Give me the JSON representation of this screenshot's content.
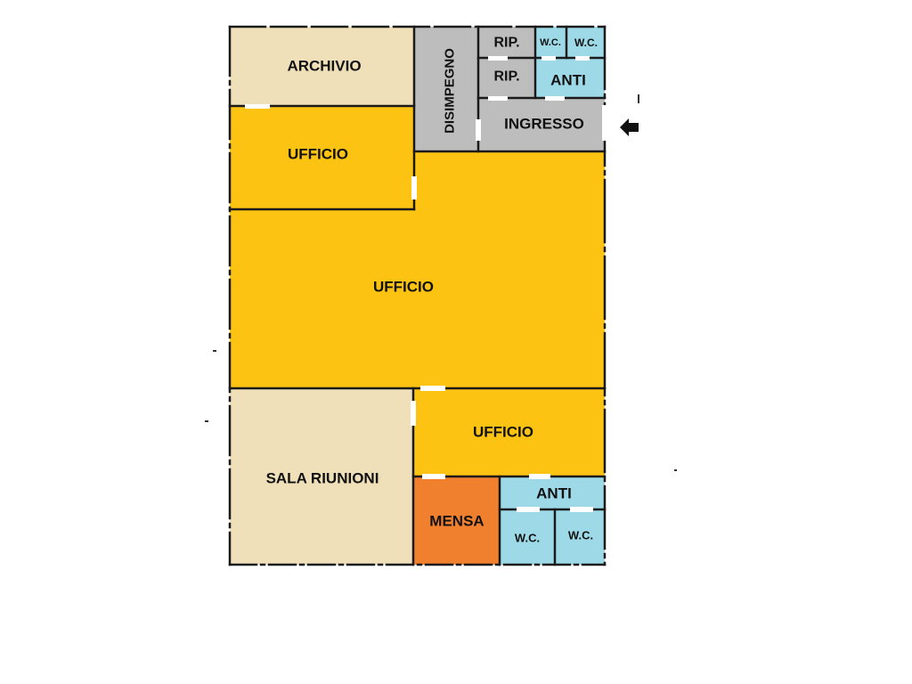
{
  "colors": {
    "office": "#FDC313",
    "archive": "#EFE0B9",
    "corridor": "#BDBDBD",
    "service": "#9ED9E8",
    "canteen": "#F07F2E",
    "wall": "#1a1a1a",
    "door": "#ffffff"
  },
  "rooms": {
    "archivio": "ARCHIVIO",
    "disimpegno": "DISIMPEGNO",
    "rip_1": "RIP.",
    "rip_2": "RIP.",
    "wc_top_1": "W.C.",
    "wc_top_2": "W.C.",
    "anti_top": "ANTI",
    "ingresso": "INGRESSO",
    "ufficio_1": "UFFICIO",
    "ufficio_main": "UFFICIO",
    "ufficio_2": "UFFICIO",
    "sala_riunioni": "SALA RIUNIONI",
    "mensa": "MENSA",
    "anti_bottom": "ANTI",
    "wc_bottom_1": "W.C.",
    "wc_bottom_2": "W.C."
  },
  "entrance_arrow_icon": "arrow-left-icon"
}
